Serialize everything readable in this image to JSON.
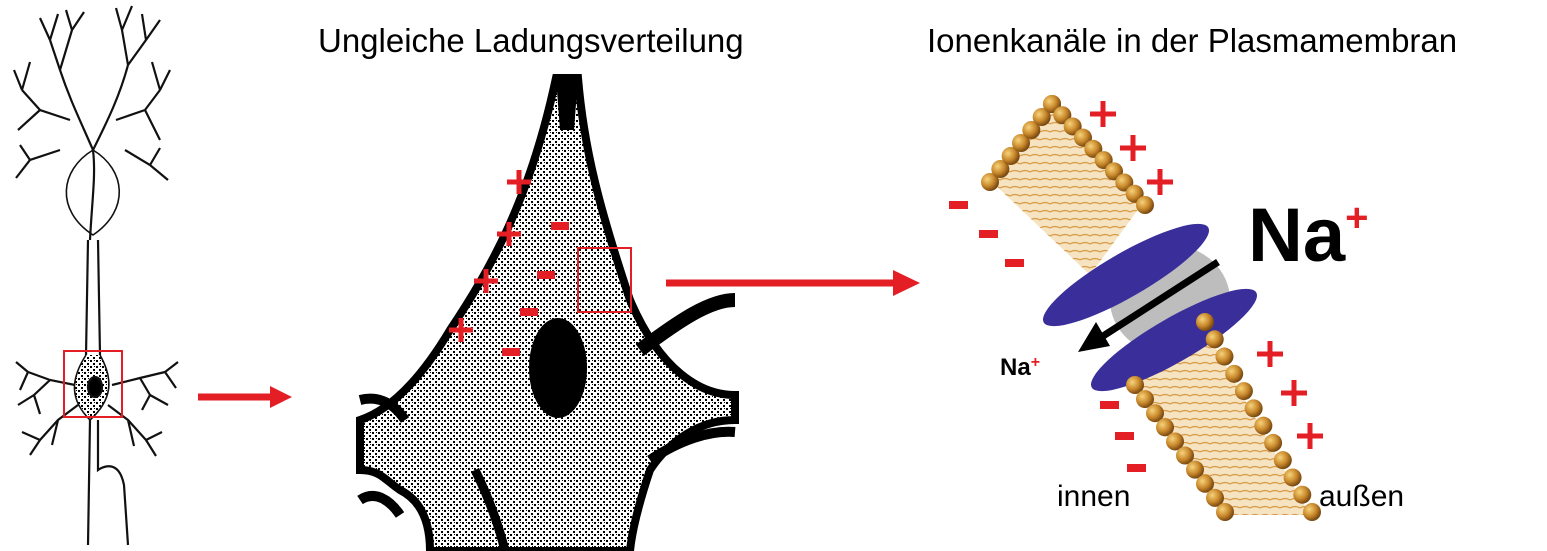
{
  "titles": {
    "charge": "Ungleiche Ladungsverteilung",
    "channels": "Ionenkanäle in der Plasmamembran"
  },
  "ions": {
    "sodium_main": "Na",
    "sodium_inside": "Na",
    "charge_sign": "+"
  },
  "labels": {
    "inside": "innen",
    "outside": "außen"
  },
  "colors": {
    "accent_red": "#e41e25",
    "channel_blue": "#3a2f9a",
    "lipid_head": "#c8872a",
    "lipid_tail": "#f2d7a8"
  }
}
